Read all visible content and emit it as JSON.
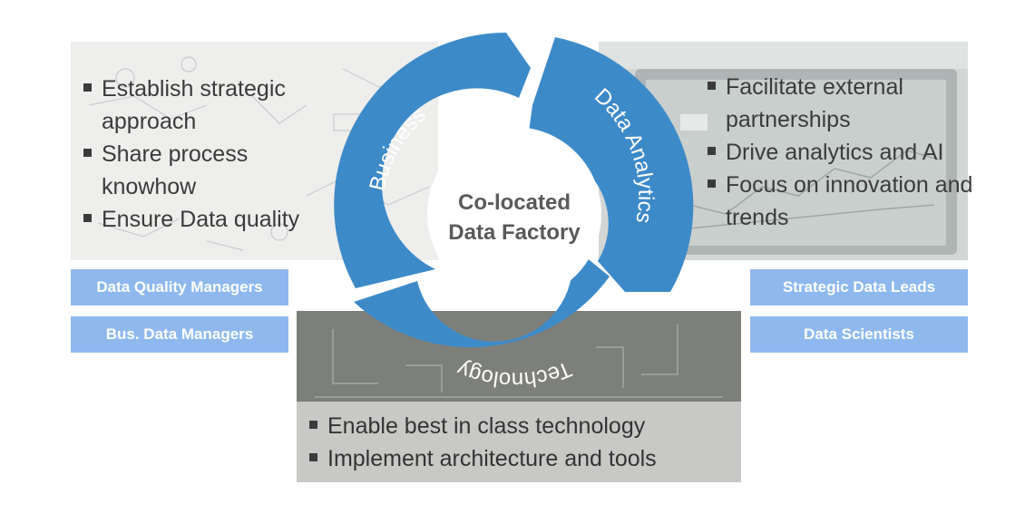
{
  "center": {
    "line1": "Co-located",
    "line2": "Data Factory"
  },
  "segments": {
    "business": "Business",
    "data_analytics": "Data Analytics",
    "technology": "Technology"
  },
  "business_bullets": [
    "Establish strategic approach",
    "Share process knowhow",
    "Ensure Data quality"
  ],
  "analytics_bullets": [
    "Facilitate external partnerships",
    "Drive analytics and AI",
    "Focus on innovation and trends"
  ],
  "technology_bullets": [
    "Enable best in class technology",
    "Implement architecture and tools"
  ],
  "roles": {
    "data_quality_managers": "Data Quality Managers",
    "bus_data_managers": "Bus. Data Managers",
    "strategic_data_leads": "Strategic Data Leads",
    "data_scientists": "Data Scientists"
  },
  "colors": {
    "cycle_blue": "#3d8ac9",
    "role_box": "#8fb9ee",
    "text_dark": "#3b3b3b",
    "center_text": "#5a5a5a"
  }
}
